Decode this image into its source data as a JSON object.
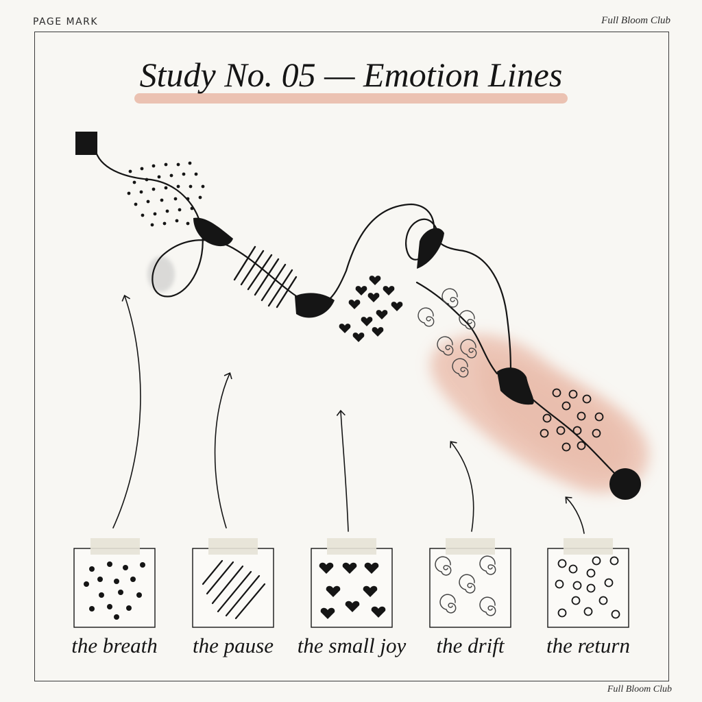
{
  "header": {
    "left": "PAGE MARK",
    "right": "Full Bloom Club"
  },
  "footer": {
    "right": "Full Bloom Club"
  },
  "title": "Study No. 05 — Emotion Lines",
  "colors": {
    "ink": "#151515",
    "wash": "#e9b8a6",
    "tape": "#e6e2d6",
    "paper": "#f8f7f3"
  },
  "legend": {
    "items": [
      {
        "label": "the breath",
        "pattern": "filled-dots"
      },
      {
        "label": "the pause",
        "pattern": "diagonal-lines"
      },
      {
        "label": "the small joy",
        "pattern": "hearts"
      },
      {
        "label": "the drift",
        "pattern": "spirals"
      },
      {
        "label": "the return",
        "pattern": "open-circles"
      }
    ]
  }
}
